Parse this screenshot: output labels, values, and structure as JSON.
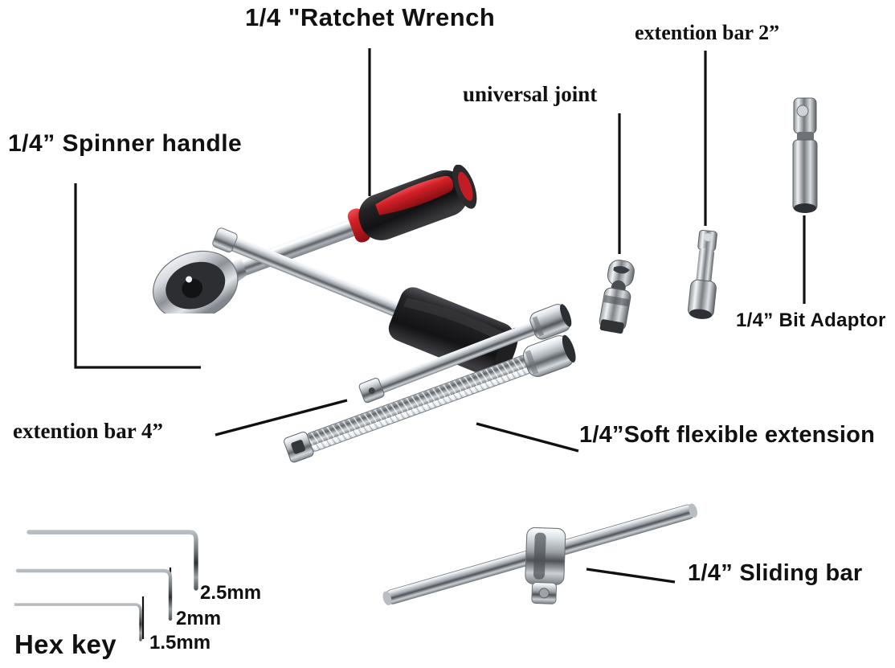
{
  "page": {
    "background_color": "#ffffff",
    "text_color": "#111111",
    "kind": "product-annotation-diagram",
    "subject": "1/4 inch socket / ratchet tool set with callout labels"
  },
  "labels": {
    "ratchet_wrench": "1/4 \"Ratchet  Wrench",
    "spinner_handle": "1/4” Spinner  handle",
    "universal_joint": "universal joint",
    "extension_bar_2": "extention bar  2”",
    "bit_adaptor": "1/4” Bit  Adaptor",
    "extension_bar_4": "extention bar  4”",
    "soft_flexible_extension": "1/4”Soft flexible extension",
    "sliding_bar": "1/4” Sliding bar",
    "hex_key": "Hex key",
    "hex_size_small": "1.5mm",
    "hex_size_medium": "2mm",
    "hex_size_large": "2.5mm"
  },
  "parts": [
    {
      "id": "ratchet-wrench",
      "label": "1/4 \"Ratchet  Wrench",
      "finish": "chrome head, black & red grip"
    },
    {
      "id": "spinner-handle",
      "label": "1/4” Spinner  handle",
      "finish": "chrome shaft, black grip"
    },
    {
      "id": "universal-joint",
      "label": "universal joint",
      "finish": "chrome"
    },
    {
      "id": "extension-bar-2",
      "label": "extention bar  2”",
      "finish": "chrome"
    },
    {
      "id": "bit-adaptor",
      "label": "1/4” Bit  Adaptor",
      "finish": "chrome"
    },
    {
      "id": "extension-bar-4",
      "label": "extention bar  4”",
      "finish": "chrome"
    },
    {
      "id": "soft-flexible-extension",
      "label": "1/4”Soft flexible extension",
      "finish": "braided chrome"
    },
    {
      "id": "sliding-bar",
      "label": "1/4” Sliding bar",
      "finish": "chrome T-bar"
    },
    {
      "id": "hex-keys",
      "label": "Hex key",
      "finish": "steel",
      "sizes": [
        "1.5mm",
        "2mm",
        "2.5mm"
      ]
    }
  ],
  "colors": {
    "grip_red": "#d42027",
    "grip_black": "#1b1b1b",
    "chrome_light": "#e9ecef",
    "chrome_mid": "#9aa0a6",
    "chrome_dark": "#55585c",
    "leader_line": "#111111"
  }
}
